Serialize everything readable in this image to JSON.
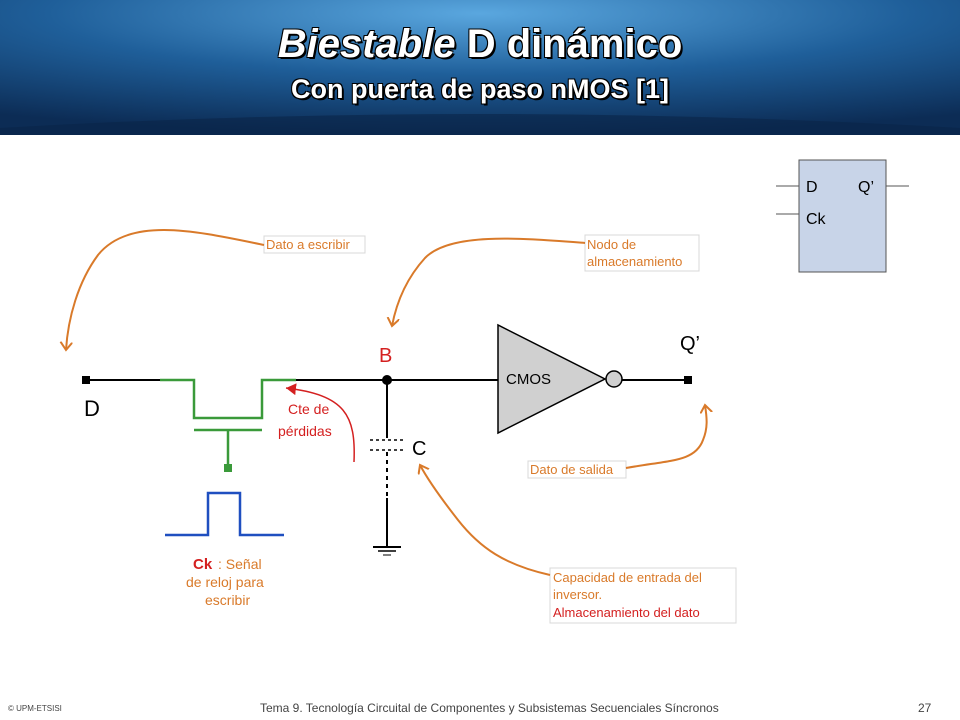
{
  "header": {
    "title_italic": "Biestable",
    "title_rest": " D dinámico",
    "subtitle": "Con puerta de paso nMOS [1]"
  },
  "symbol": {
    "d": "D",
    "q": "Q’",
    "ck": "Ck"
  },
  "circuit": {
    "d_label": "D",
    "b_label": "B",
    "c_label": "C",
    "q_label": "Q’",
    "inverter_label": "CMOS"
  },
  "annotations": {
    "dato_escribir": "Dato a escribir",
    "nodo_line1": "Nodo de",
    "nodo_line2": "almacenamiento",
    "cte_line1": "Cte de",
    "cte_line2": "pérdidas",
    "ck_bold": "Ck",
    "ck_rest": ": Señal",
    "ck_line2": "de reloj para",
    "ck_line3": "escribir",
    "dato_salida": "Dato de salida",
    "cap_line1": "Capacidad de entrada del",
    "cap_line2": "inversor.",
    "cap_line3": "Almacenamiento del dato"
  },
  "footer": {
    "left": "© UPM-ETSISI",
    "center": "Tema 9. Tecnología Circuital de Componentes y Subsistemas Secuenciales Síncronos",
    "page": "27"
  },
  "colors": {
    "header_blue": "#1f5f9a",
    "wire_green": "#3a9a3a",
    "clock_blue": "#1f4fc0",
    "arrow_orange": "#d97a2a",
    "arrow_red": "#d42020",
    "label_red": "#d42020",
    "symbol_fill": "#c8d4e8",
    "inverter_fill": "#d0d0d0"
  }
}
